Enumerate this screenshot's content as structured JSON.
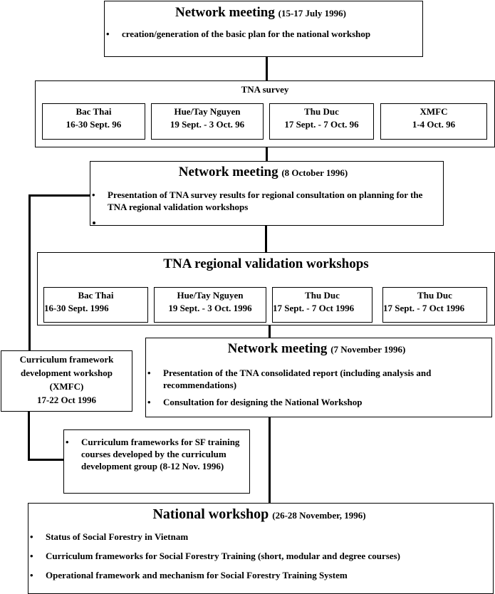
{
  "meeting1": {
    "title": "Network meeting",
    "date": "(15-17 July 1996)",
    "bullets": [
      "creation/generation of the basic plan for the national workshop"
    ]
  },
  "survey": {
    "title": "TNA survey",
    "sites": [
      {
        "name": "Bac Thai",
        "dates": "16-30 Sept. 96"
      },
      {
        "name": "Hue/Tay Nguyen",
        "dates": "19 Sept. - 3 Oct. 96"
      },
      {
        "name": "Thu Duc",
        "dates": "17 Sept. - 7 Oct. 96"
      },
      {
        "name": "XMFC",
        "dates": "1-4 Oct. 96"
      }
    ]
  },
  "meeting2": {
    "title": "Network meeting",
    "date": "(8 October 1996)",
    "bullets": [
      "Presentation of TNA survey results for regional consultation on planning for the TNA regional validation workshops"
    ]
  },
  "regional": {
    "title": "TNA regional validation workshops",
    "sites": [
      {
        "name": "Bac Thai",
        "dates": "16-30 Sept. 1996"
      },
      {
        "name": "Hue/Tay Nguyen",
        "dates": "19 Sept. - 3 Oct. 1996"
      },
      {
        "name": "Thu Duc",
        "dates": "17 Sept. - 7 Oct 1996"
      },
      {
        "name": "Thu Duc",
        "dates": "17 Sept. - 7 Oct 1996"
      }
    ]
  },
  "curriculum_workshop": {
    "lines": [
      "Curriculum framework",
      "development workshop",
      "(XMFC)",
      "17-22 Oct 1996"
    ]
  },
  "meeting3": {
    "title": "Network meeting",
    "date": "(7 November 1996)",
    "bullets": [
      "Presentation of the TNA consolidated report (including analysis and recommendations)",
      "Consultation for designing the National Workshop"
    ]
  },
  "curriculum_frameworks": {
    "bullets": [
      "Curriculum frameworks for SF training courses developed by the curriculum development group (8-12 Nov. 1996)"
    ]
  },
  "national": {
    "title": "National workshop",
    "date": "(26-28 November, 1996)",
    "bullets": [
      "Status of Social Forestry in Vietnam",
      "Curriculum frameworks for Social Forestry Training (short, modular and degree courses)",
      "Operational framework and mechanism for Social Forestry Training System"
    ]
  }
}
